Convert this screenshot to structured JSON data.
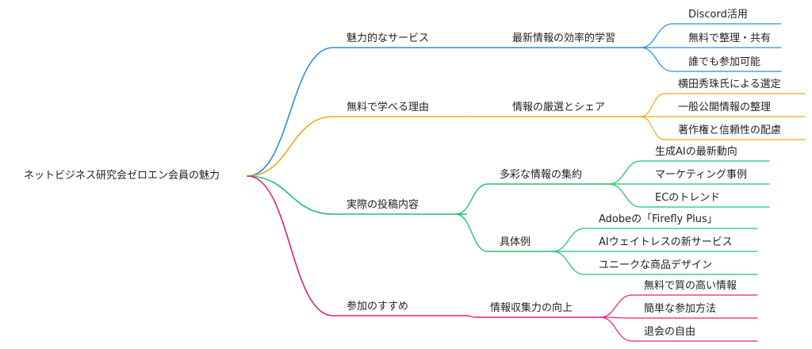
{
  "root": "ネットビジネス研究会ゼロエン会員の魅力",
  "colors": {
    "branch1": "#2a8de0",
    "branch2": "#f0a818",
    "branch3": "#1ec26e",
    "branch4": "#ea1f78"
  },
  "branches": [
    {
      "label": "魅力的なサービス",
      "children": [
        {
          "label": "最新情報の効率的学習",
          "children": [
            "Discord活用",
            "無料で整理・共有",
            "誰でも参加可能"
          ]
        }
      ]
    },
    {
      "label": "無料で学べる理由",
      "children": [
        {
          "label": "情報の厳選とシェア",
          "children": [
            "横田秀珠氏による選定",
            "一般公開情報の整理",
            "著作権と信頼性の配慮"
          ]
        }
      ]
    },
    {
      "label": "実際の投稿内容",
      "children": [
        {
          "label": "多彩な情報の集約",
          "children": [
            "生成AIの最新動向",
            "マーケティング事例",
            "ECのトレンド"
          ]
        },
        {
          "label": "具体例",
          "children": [
            "Adobeの「Firefly Plus」",
            "AIウェイトレスの新サービス",
            "ユニークな商品デザイン"
          ]
        }
      ]
    },
    {
      "label": "参加のすすめ",
      "children": [
        {
          "label": "情報収集力の向上",
          "children": [
            "無料で質の高い情報",
            "簡単な参加方法",
            "退会の自由"
          ]
        }
      ]
    }
  ]
}
